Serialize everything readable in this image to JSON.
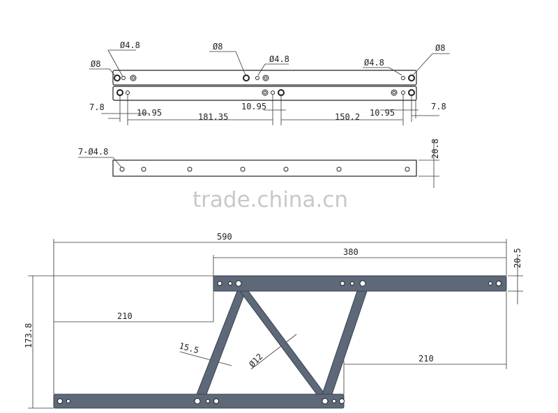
{
  "watermark": "trade.china.cn",
  "top_view": {
    "hole_labels": [
      "Ø4.8",
      "Ø8",
      "Ø8",
      "Ø4.8",
      "Ø4.8",
      "Ø8"
    ],
    "dimensions": [
      "7.8",
      "10.95",
      "181.35",
      "10.95",
      "150.2",
      "10.95",
      "7.8"
    ]
  },
  "side_view": {
    "hole_label": "7-Ø4.8",
    "height": "20.8"
  },
  "frame_view": {
    "overall_width": "590",
    "top_bar_length": "380",
    "bar_height": "20.5",
    "overall_height": "173.8",
    "left_offset": "210",
    "right_offset": "210",
    "strut_width": "15.5",
    "diagonal_diameter": "Ø12"
  },
  "colors": {
    "steel": "#5d6878",
    "line": "#333333"
  }
}
